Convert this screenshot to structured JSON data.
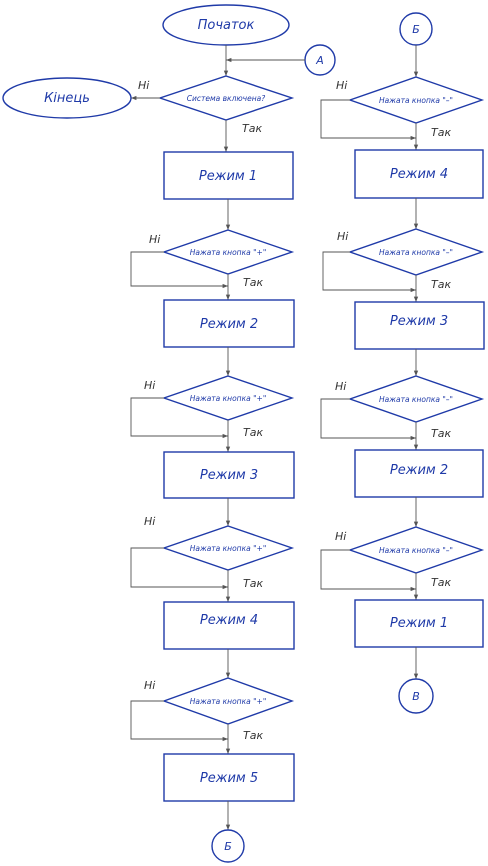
{
  "start": "Початок",
  "end": "Кінець",
  "connectors": {
    "a": "А",
    "b": "Б",
    "v": "В"
  },
  "decisions": {
    "system_on": "Система включена?",
    "plus": "Нажата кнопка \"+\"",
    "minus": "Нажата кнопка \"–\""
  },
  "answers": {
    "yes": "Так",
    "no": "Ні"
  },
  "modes": {
    "m1": "Режим 1",
    "m2": "Режим 2",
    "m3": "Режим 3",
    "m4": "Режим 4",
    "m5": "Режим 5"
  },
  "colors": {
    "shape_stroke": "#1f3aa8",
    "line": "#555555",
    "text": "#1f3aa8"
  }
}
